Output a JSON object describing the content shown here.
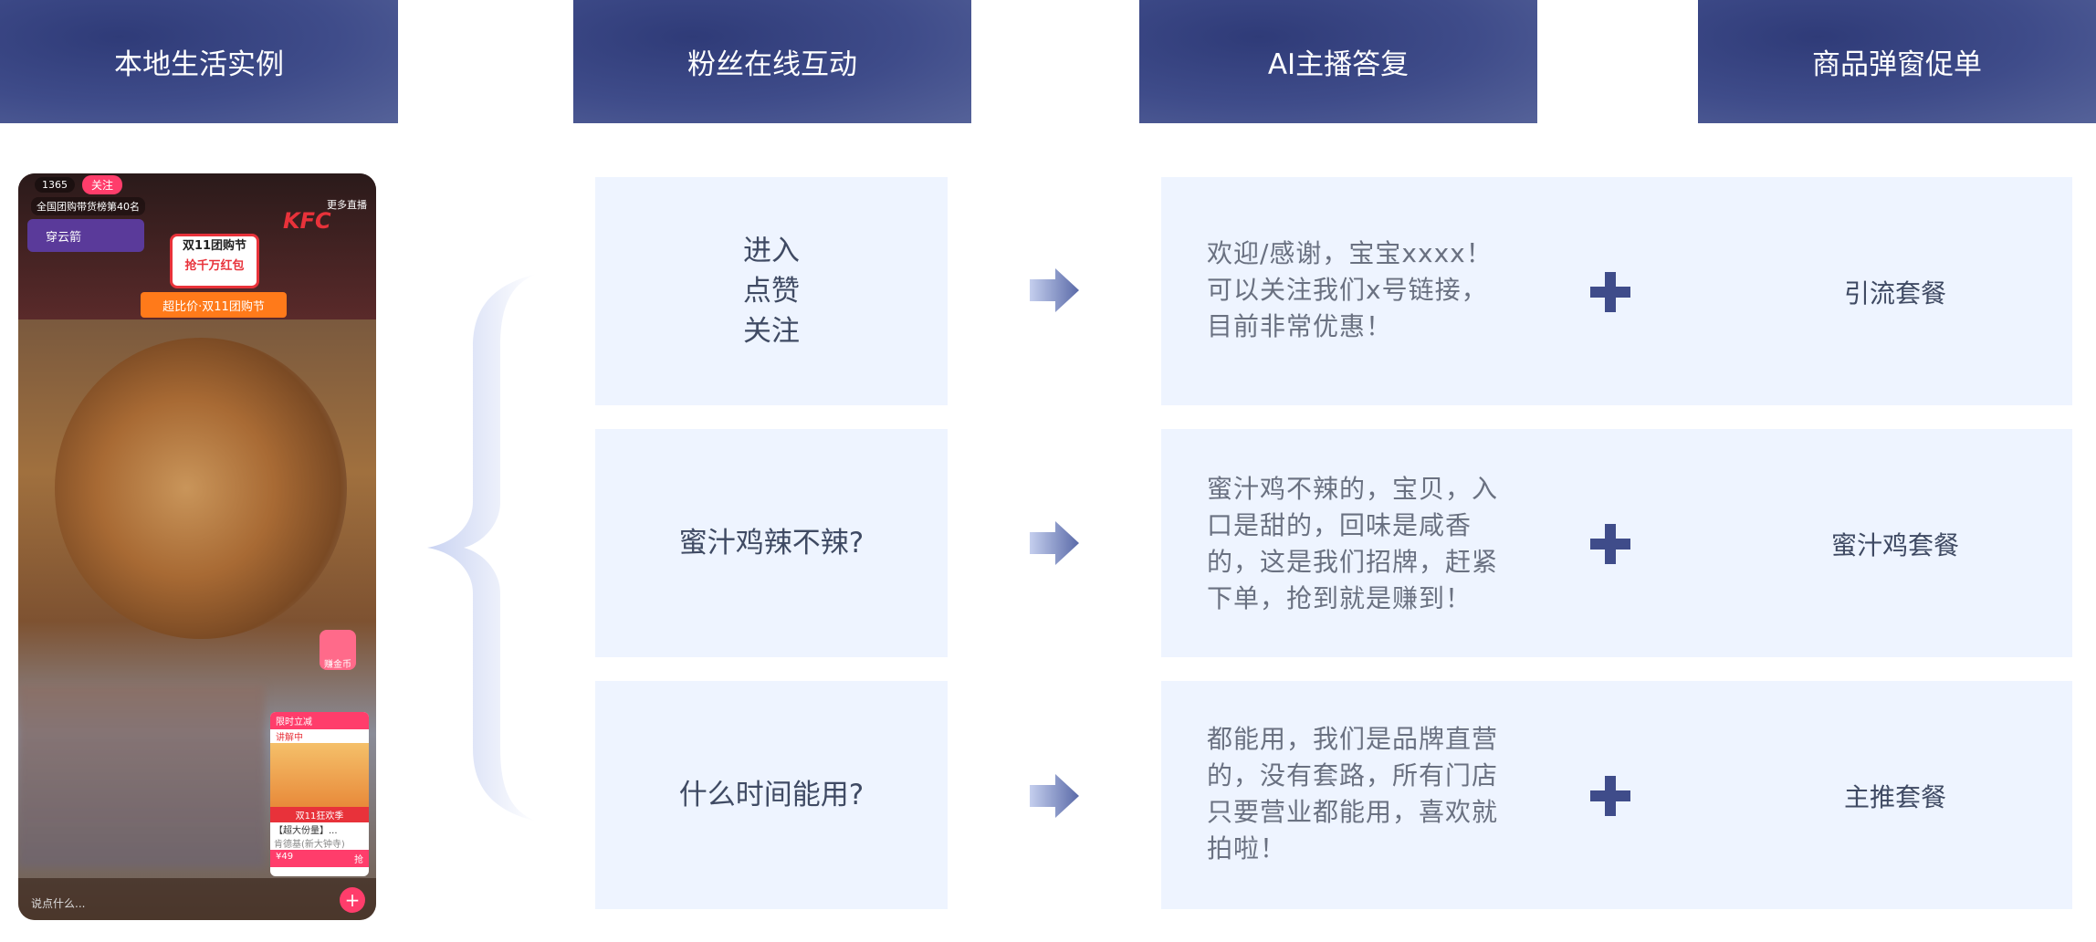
{
  "headers": [
    "本地生活实例",
    "粉丝在线互动",
    "AI主播答复",
    "商品弹窗促单"
  ],
  "rows": [
    {
      "fan_text": "进入\n点赞\n关注",
      "reply": "欢迎/感谢，宝宝xxxx！可以关注我们x号链接，目前非常优惠！",
      "product": "引流套餐"
    },
    {
      "fan_text": "蜜汁鸡辣不辣?",
      "reply": "蜜汁鸡不辣的，宝贝，入口是甜的，回味是咸香的，这是我们招牌，赶紧下单，抢到就是赚到！",
      "product": "蜜汁鸡套餐"
    },
    {
      "fan_text": "什么时间能用?",
      "reply": "都能用，我们是品牌直营的，没有套路，所有门店只要营业都能用，喜欢就拍啦！",
      "product": "主推套餐"
    }
  ],
  "screenshot": {
    "rank_text": "全国团购带货榜第40名",
    "more_live": "更多直播",
    "streamer_name": "穿云箭",
    "promo_line1": "双11团购节",
    "promo_line2": "抢千万红包",
    "promo_bar": "超比价·双11团购节",
    "brand_text": "KFC",
    "viewer_count": "1365",
    "follow_btn": "关注",
    "popup_tag": "限时立减",
    "popup_sub": "讲解中",
    "popup_banner": "双11狂欢季",
    "popup_title": "【超大份量】...",
    "popup_store": "肯德基(新大钟寺)",
    "popup_price": "¥49",
    "popup_buy": "抢",
    "chat_placeholder": "说点什么...",
    "coin_label": "赚金币"
  },
  "colors": {
    "header_bg": "#3f4c8a",
    "box_bg": "#eef4ff",
    "accent": "#3f4c8a",
    "text_dark": "#3f4a63",
    "text_muted": "#6a7181"
  }
}
